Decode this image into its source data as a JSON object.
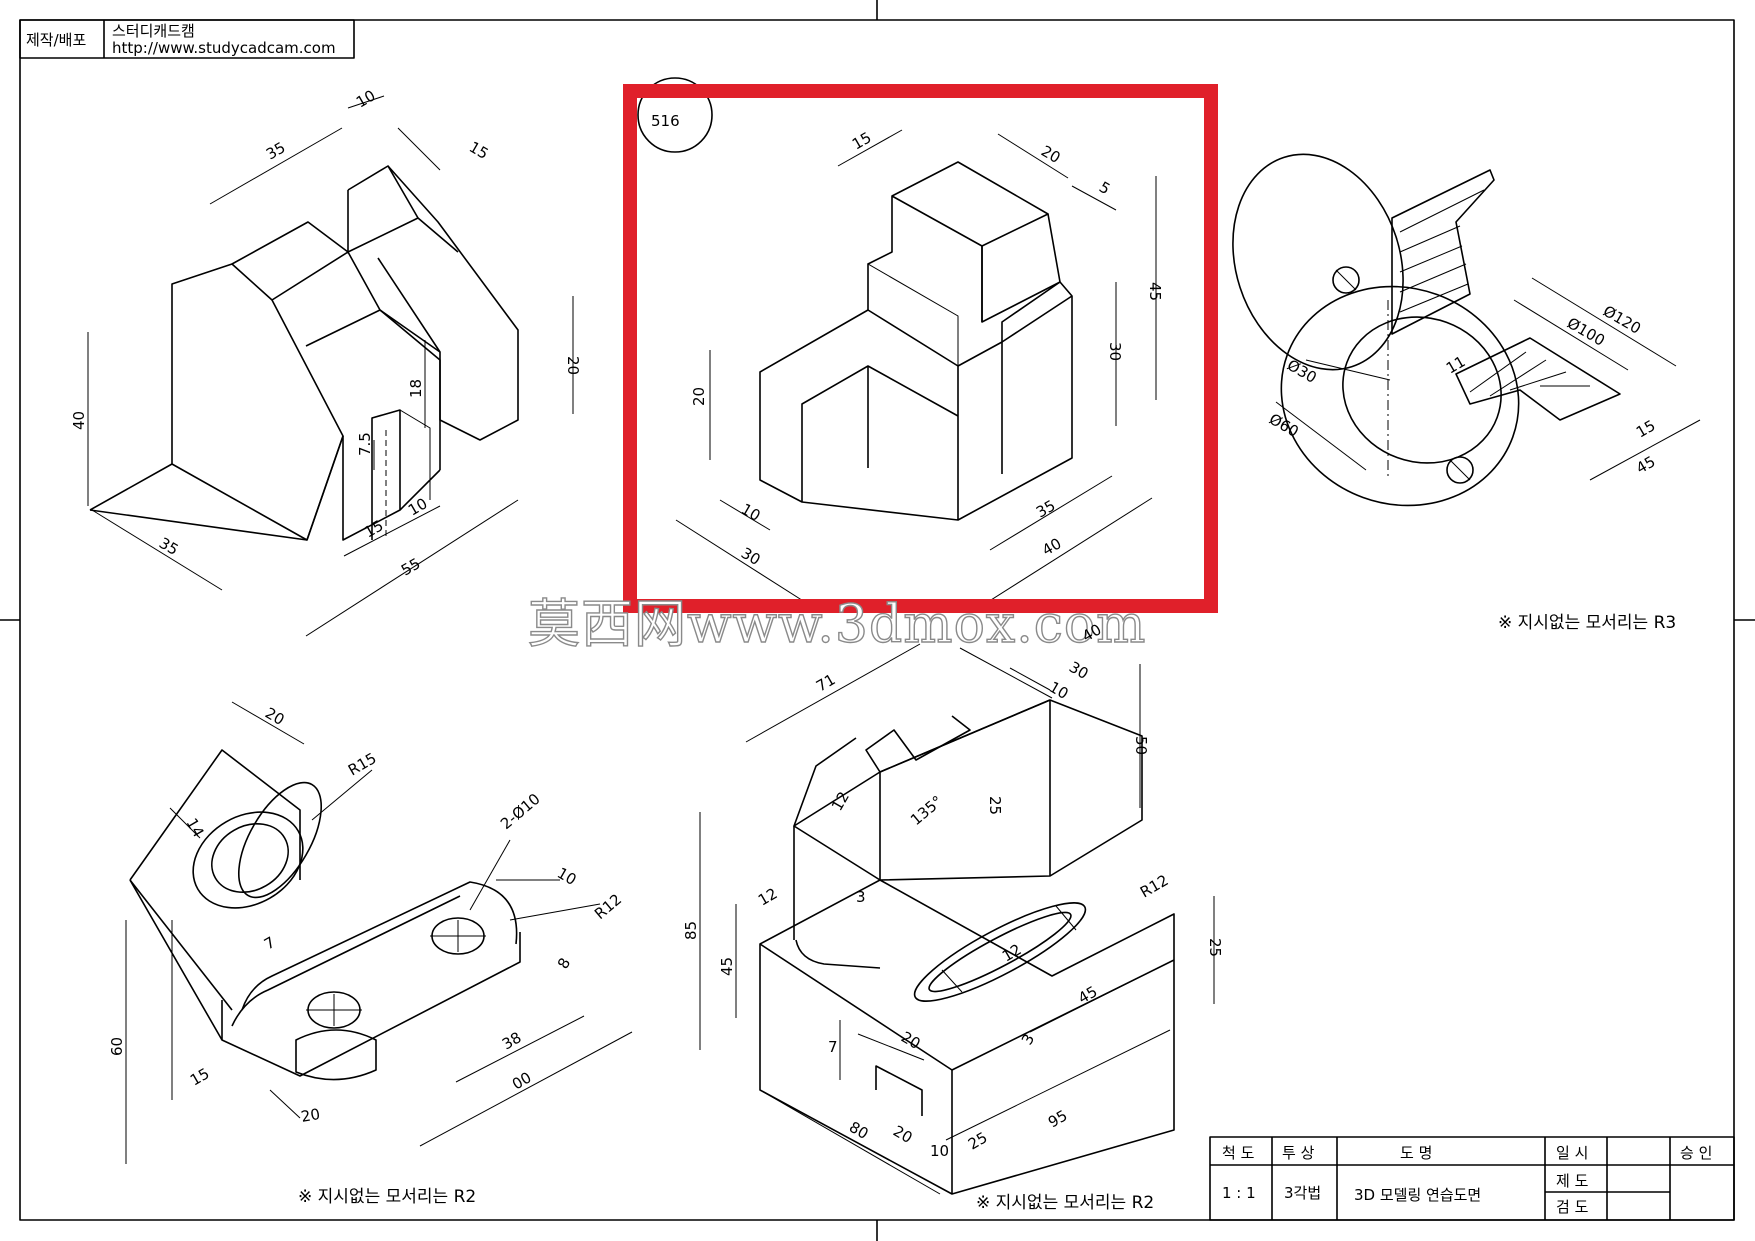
{
  "header": {
    "left_label": "제작/배포",
    "publisher": "스터디캐드캠",
    "url": "http://www.studycadcam.com"
  },
  "drawing_number": "516",
  "watermark": "莫西网www.3dmox.com",
  "highlight_color": "#e0202a",
  "fig1": {
    "dims": [
      "10",
      "35",
      "15",
      "40",
      "35",
      "20",
      "18",
      "7.5",
      "15",
      "10",
      "55"
    ]
  },
  "fig2": {
    "dims": [
      "15",
      "20",
      "5",
      "45",
      "30",
      "20",
      "10",
      "35",
      "30",
      "40"
    ]
  },
  "fig3": {
    "dims": [
      "Ø120",
      "Ø100",
      "Ø30",
      "Ø60",
      "15",
      "45",
      "11"
    ],
    "note": "※ 지시없는 모서리는 R3"
  },
  "fig4": {
    "dims": [
      "20",
      "R15",
      "14",
      "2-Ø10",
      "10",
      "R12",
      "7",
      "8",
      "38",
      "60",
      "15",
      "20",
      "00"
    ],
    "note": "※ 지시없는 모서리는 R2"
  },
  "fig5": {
    "dims": [
      "40",
      "71",
      "30",
      "10",
      "50",
      "12",
      "25",
      "135°",
      "85",
      "12",
      "45",
      "3",
      "R12",
      "12",
      "25",
      "45",
      "20",
      "7",
      "3",
      "80",
      "20",
      "10",
      "25",
      "95"
    ],
    "note": "※ 지시없는 모서리는 R2"
  },
  "title_block": {
    "scale_header": "척 도",
    "projection_header": "투 상",
    "title_header": "도          명",
    "date_header": "일 시",
    "approval_header": "승 인",
    "scale": "1 : 1",
    "projection": "3각법",
    "title": "3D 모델링 연습도면",
    "drafted": "제 도",
    "checked": "검 도"
  }
}
